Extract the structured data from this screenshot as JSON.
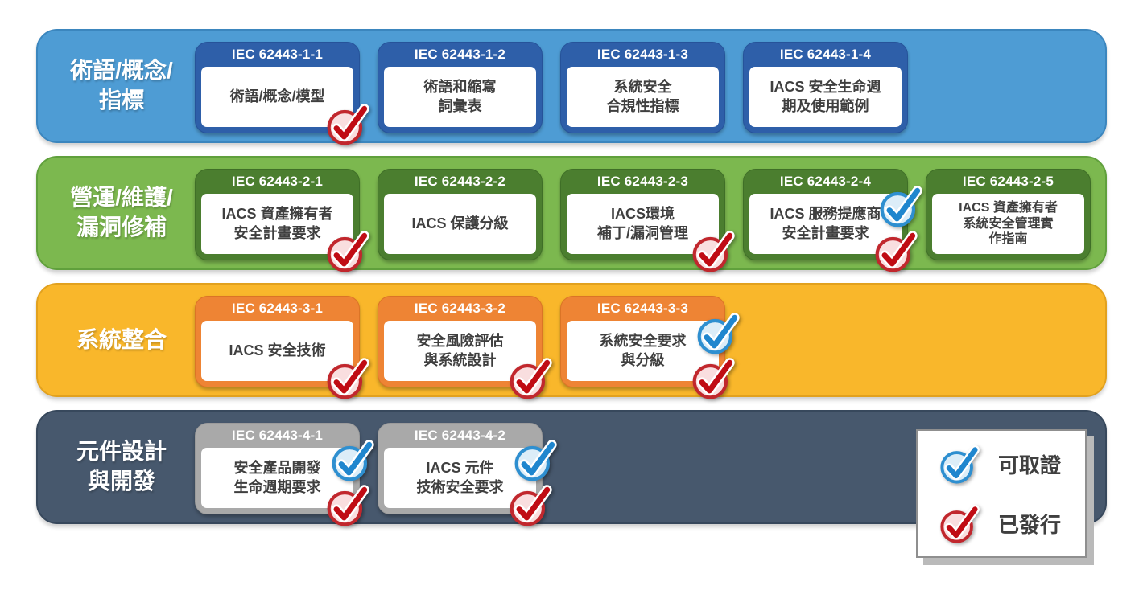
{
  "palette": {
    "row1_bg": "#4E9CD4",
    "row1_card_header": "#2E5FA9",
    "row2_bg": "#7CB84F",
    "row2_card_header": "#4B7E2F",
    "row3_bg": "#F9B72B",
    "row3_card_header": "#EE8434",
    "row4_bg": "#47586D",
    "row4_card_header": "#A9A9A9",
    "card_text": "#3F3F3F",
    "certifiable_ring": "#2E8FD0",
    "certifiable_fill": "#DCEDF8",
    "certifiable_mark": "#1F86CE",
    "published_ring": "#C1272D",
    "published_fill": "#F9DEDF",
    "published_mark": "#C00C14"
  },
  "rows": [
    {
      "label": "術語/概念/\n指標",
      "cards": [
        {
          "code": "IEC 62443-1-1",
          "title": "術語/概念/模型",
          "checks": [
            "published"
          ]
        },
        {
          "code": "IEC 62443-1-2",
          "title": "術語和縮寫\n詞彙表",
          "checks": []
        },
        {
          "code": "IEC 62443-1-3",
          "title": "系統安全\n合規性指標",
          "checks": []
        },
        {
          "code": "IEC 62443-1-4",
          "title": "IACS 安全生命週\n期及使用範例",
          "checks": []
        }
      ]
    },
    {
      "label": "營運/維護/\n漏洞修補",
      "cards": [
        {
          "code": "IEC 62443-2-1",
          "title": "IACS 資產擁有者\n安全計畫要求",
          "checks": [
            "published"
          ]
        },
        {
          "code": "IEC 62443-2-2",
          "title": "IACS 保護分級",
          "checks": []
        },
        {
          "code": "IEC 62443-2-3",
          "title": "IACS環境\n補丁/漏洞管理",
          "checks": [
            "published"
          ]
        },
        {
          "code": "IEC 62443-2-4",
          "title": "IACS 服務提應商\n安全計畫要求",
          "checks": [
            "certifiable",
            "published"
          ]
        },
        {
          "code": "IEC 62443-2-5",
          "title": "IACS 資產擁有者\n系統安全管理實\n作指南",
          "checks": []
        }
      ]
    },
    {
      "label": "系統整合",
      "cards": [
        {
          "code": "IEC 62443-3-1",
          "title": "IACS 安全技術",
          "checks": [
            "published"
          ]
        },
        {
          "code": "IEC 62443-3-2",
          "title": "安全風險評估\n與系統設計",
          "checks": [
            "published"
          ]
        },
        {
          "code": "IEC 62443-3-3",
          "title": "系統安全要求\n與分級",
          "checks": [
            "certifiable",
            "published"
          ]
        }
      ]
    },
    {
      "label": "元件設計\n與開發",
      "cards": [
        {
          "code": "IEC 62443-4-1",
          "title": "安全產品開發\n生命週期要求",
          "checks": [
            "certifiable",
            "published"
          ]
        },
        {
          "code": "IEC 62443-4-2",
          "title": "IACS 元件\n技術安全要求",
          "checks": [
            "certifiable",
            "published"
          ]
        }
      ]
    }
  ],
  "legend": {
    "certifiable_label": "可取證",
    "published_label": "已發行"
  }
}
